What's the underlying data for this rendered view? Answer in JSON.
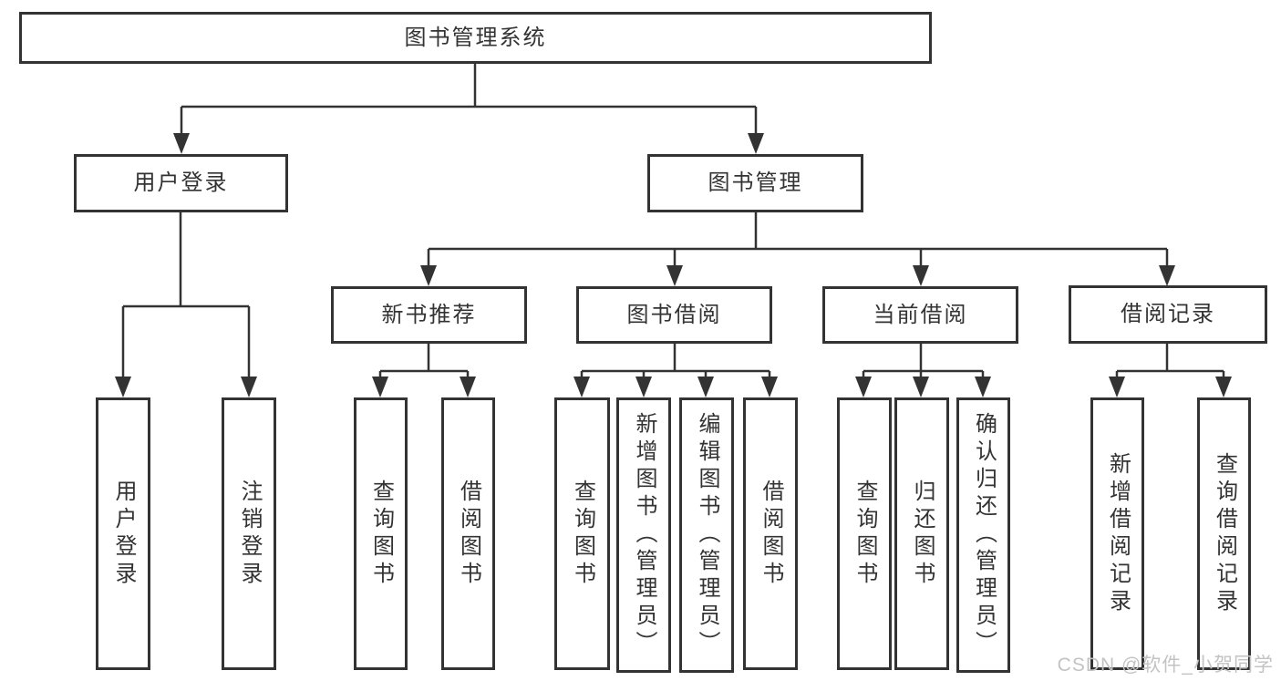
{
  "diagram": {
    "root": {
      "label": "图书管理系统"
    },
    "level2": {
      "user_login": {
        "label": "用户登录"
      },
      "book_mgmt": {
        "label": "图书管理"
      }
    },
    "level3": {
      "new_book_rec": {
        "label": "新书推荐"
      },
      "book_borrow": {
        "label": "图书借阅"
      },
      "current_borrow": {
        "label": "当前借阅"
      },
      "borrow_records": {
        "label": "借阅记录"
      }
    },
    "leaves": {
      "user_login": "用户登录",
      "logout": "注销登录",
      "rec_query_book": "查询图书",
      "rec_borrow_book": "借阅图书",
      "bor_query_book": "查询图书",
      "bor_add_book": "新增图书（管理员）",
      "bor_edit_book": "编辑图书（管理员）",
      "bor_borrow_book": "借阅图书",
      "cur_query_book": "查询图书",
      "cur_return_book": "归还图书",
      "cur_confirm_return": "确认归还（管理员）",
      "rec_add_record": "新增借阅记录",
      "rec_query_record": "查询借阅记录"
    }
  },
  "watermark": "CSDN @软件_小贺同学",
  "colors": {
    "line": "#333333",
    "box_border": "#333333",
    "box_background": "#ffffff",
    "text": "#333333",
    "watermark": "#c3c3c3",
    "background": "#ffffff"
  }
}
